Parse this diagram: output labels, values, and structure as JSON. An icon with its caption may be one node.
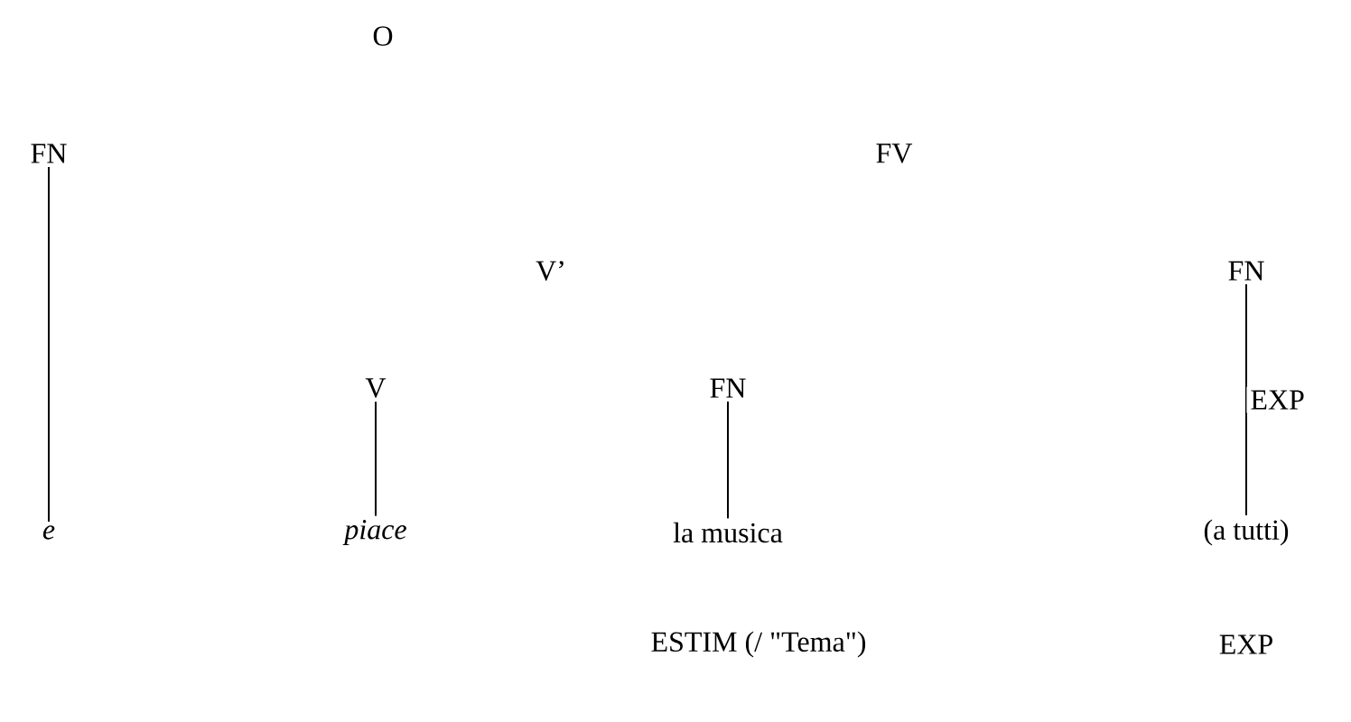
{
  "diagram": {
    "nodes": [
      {
        "text": [
          "O"
        ]
      },
      {
        "text": [
          "FN"
        ]
      },
      {
        "text": [
          "FV"
        ]
      },
      {
        "text": [
          "V’"
        ]
      },
      {
        "text": [
          "FN"
        ]
      },
      {
        "text": [
          "V"
        ]
      },
      {
        "text": [
          "FN"
        ]
      },
      {
        "text": [
          "e"
        ]
      },
      {
        "text": [
          "piace"
        ]
      },
      {
        "text": [
          "la musica"
        ]
      },
      {
        "text": [
          "(a tutti)"
        ]
      }
    ],
    "edges": [
      {
        "from": 1,
        "to": 7,
        "arrow": "none"
      },
      {
        "from": 5,
        "to": 8,
        "arrow": "none"
      },
      {
        "from": 6,
        "to": 9,
        "arrow": "none"
      },
      {
        "from": 4,
        "to": 10,
        "arrow": "none",
        "label": "EXP"
      }
    ],
    "labels": [
      "ESTIM (/ \"Tema\")",
      "EXP"
    ]
  }
}
